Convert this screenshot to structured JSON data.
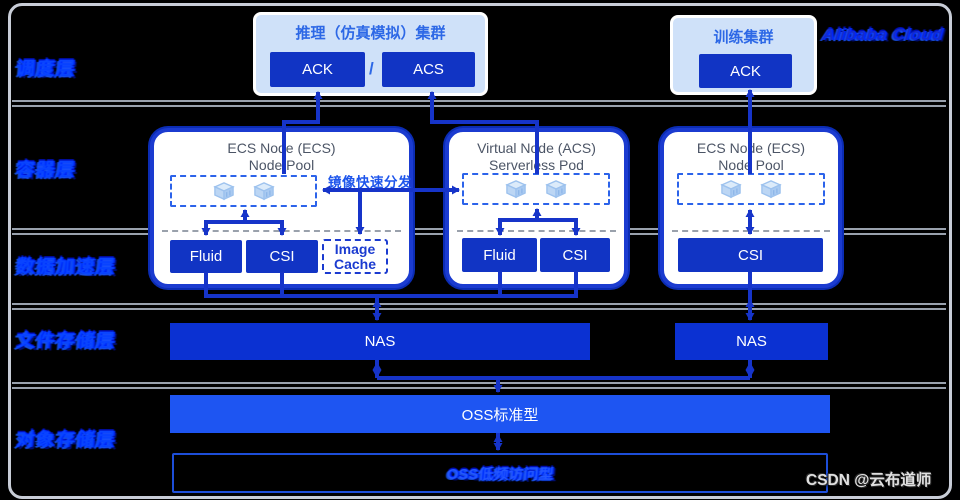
{
  "layers": [
    {
      "label": "调度层"
    },
    {
      "label": "容器层"
    },
    {
      "label": "数据加速层"
    },
    {
      "label": "文件存储层"
    },
    {
      "label": "对象存储层"
    }
  ],
  "clusters": {
    "inference": {
      "title": "推理（仿真模拟）集群",
      "ack": "ACK",
      "separator": "/",
      "acs": "ACS"
    },
    "training": {
      "title": "训练集群",
      "ack": "ACK"
    }
  },
  "nodes": {
    "ecs_left": {
      "title1": "ECS Node (ECS)",
      "title2": "Node Pool",
      "fluid": "Fluid",
      "csi": "CSI",
      "image_cache1": "Image",
      "image_cache2": "Cache"
    },
    "acs_middle": {
      "title1": "Virtual Node (ACS)",
      "title2": "Serverless Pod",
      "fluid": "Fluid",
      "csi": "CSI"
    },
    "ecs_right": {
      "title1": "ECS Node (ECS)",
      "title2": "Node Pool",
      "csi": "CSI"
    }
  },
  "annotations": {
    "image_distribution": "镜像快速分发"
  },
  "storage": {
    "nas_left": "NAS",
    "nas_right": "NAS",
    "oss_primary": "OSS标准型",
    "oss_secondary": "OSS低频访问型"
  },
  "watermarks": {
    "vendor": "Alibaba Cloud",
    "csdn": "CSDN @云布道师"
  },
  "colors": {
    "accent_blue": "#1134c4",
    "line_blue": "#1634c9",
    "oss_blue": "#1e55f2",
    "label_blue": "#1544e6"
  }
}
